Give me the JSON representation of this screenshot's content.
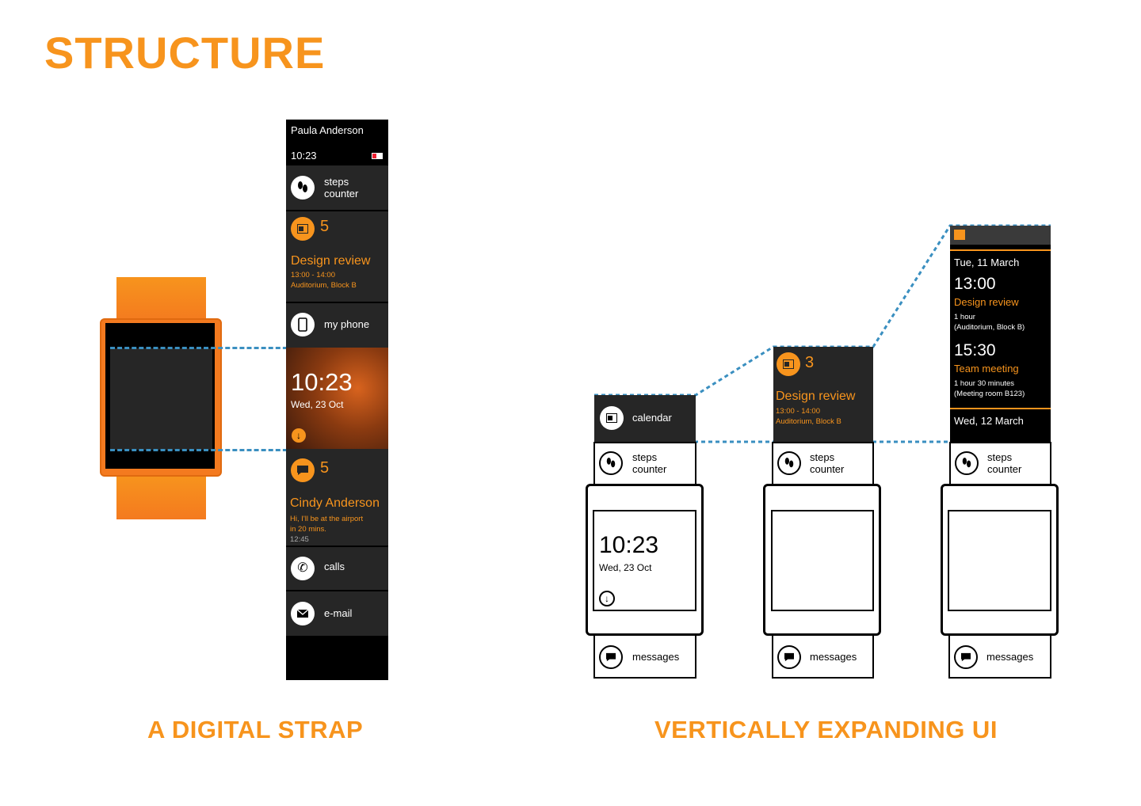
{
  "title": "STRUCTURE",
  "captions": {
    "left": "A DIGITAL STRAP",
    "right": "VERTICALLY EXPANDING UI"
  },
  "colors": {
    "accent": "#f7941d",
    "tile": "#262626",
    "dash": "#3a8fc0"
  },
  "strap": {
    "user": "Paula Anderson",
    "time": "10:23",
    "steps": {
      "icon": "footsteps-icon",
      "line1": "steps",
      "line2": "counter"
    },
    "calendar": {
      "icon": "calendar-icon",
      "count": "5",
      "title": "Design review",
      "time": "13:00 - 14:00",
      "place": "Auditorium, Block B"
    },
    "phone": {
      "icon": "phone-icon",
      "label": "my phone"
    },
    "clock": {
      "time": "10:23",
      "date": "Wed, 23 Oct"
    },
    "message": {
      "icon": "message-icon",
      "count": "5",
      "from": "Cindy Anderson",
      "line1": "Hi, I'll be at the airport",
      "line2": "in 20 mins.",
      "time": "12:45"
    },
    "calls": {
      "icon": "phone-handset-icon",
      "label": "calls"
    },
    "email": {
      "icon": "envelope-icon",
      "label": "e-mail"
    }
  },
  "expanding": {
    "watch1": {
      "top_label": "calendar",
      "steps1": "steps",
      "steps2": "counter",
      "time": "10:23",
      "date": "Wed, 23 Oct",
      "bottom_label": "messages"
    },
    "watch2": {
      "count": "3",
      "title": "Design review",
      "time": "13:00 - 14:00",
      "place": "Auditorium, Block B",
      "steps1": "steps",
      "steps2": "counter",
      "bottom_label": "messages"
    },
    "watch3": {
      "day1": "Tue, 11 March",
      "e1_time": "13:00",
      "e1_title": "Design review",
      "e1_dur": "1 hour",
      "e1_place": "(Auditorium, Block B)",
      "e2_time": "15:30",
      "e2_title": "Team meeting",
      "e2_dur": "1 hour 30 minutes",
      "e2_place": "(Meeting room B123)",
      "day2": "Wed, 12 March",
      "steps1": "steps",
      "steps2": "counter",
      "bottom_label": "messages"
    }
  }
}
